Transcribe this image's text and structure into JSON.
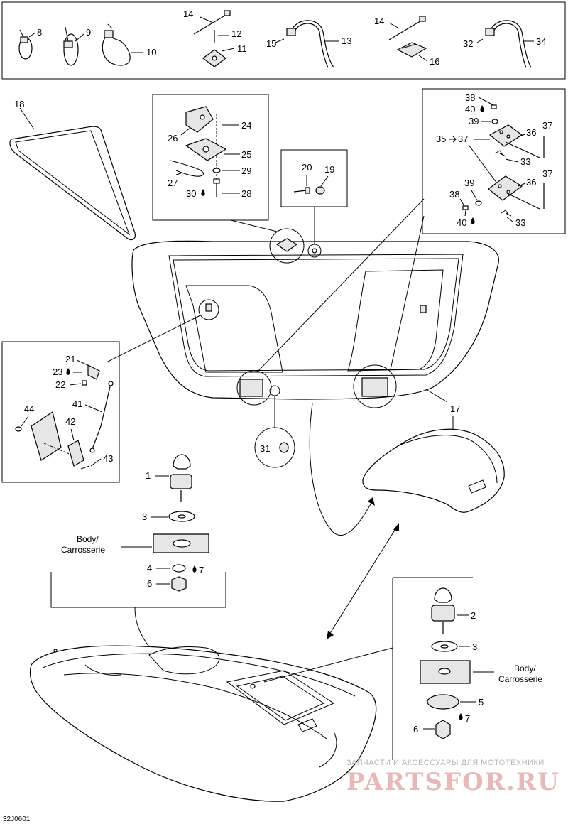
{
  "labels": {
    "p1": "1",
    "p2": "2",
    "p3a": "3",
    "p3b": "3",
    "p4": "4",
    "p5": "5",
    "p6a": "6",
    "p6b": "6",
    "p7a": "7",
    "p7b": "7",
    "p8": "8",
    "p9": "9",
    "p10": "10",
    "p11": "11",
    "p12": "12",
    "p13": "13",
    "p14a": "14",
    "p14b": "14",
    "p15": "15",
    "p16": "16",
    "p17": "17",
    "p18": "18",
    "p19": "19",
    "p20": "20",
    "p21": "21",
    "p22": "22",
    "p23": "23",
    "p24": "24",
    "p25": "25",
    "p26": "26",
    "p27": "27",
    "p28": "28",
    "p29": "29",
    "p30": "30",
    "p31": "31",
    "p32": "32",
    "p33a": "33",
    "p33b": "33",
    "p34": "34",
    "p35": "35",
    "p36a": "36",
    "p36b": "36",
    "p37a": "37",
    "p37b": "37",
    "p37c": "37",
    "p38a": "38",
    "p38b": "38",
    "p39a": "39",
    "p39b": "39",
    "p40a": "40",
    "p40b": "40",
    "p41": "41",
    "p42": "42",
    "p43": "43",
    "p44": "44"
  },
  "body_label_1": "Body/",
  "body_label_2": "Carrosserie",
  "watermark_small": "ЗАПЧАСТИ И АКСЕССУАРЫ ДЛЯ МОТОТЕХНИКИ",
  "watermark_big": "PARTSFOR.RU",
  "drawing_code": "32J0601"
}
